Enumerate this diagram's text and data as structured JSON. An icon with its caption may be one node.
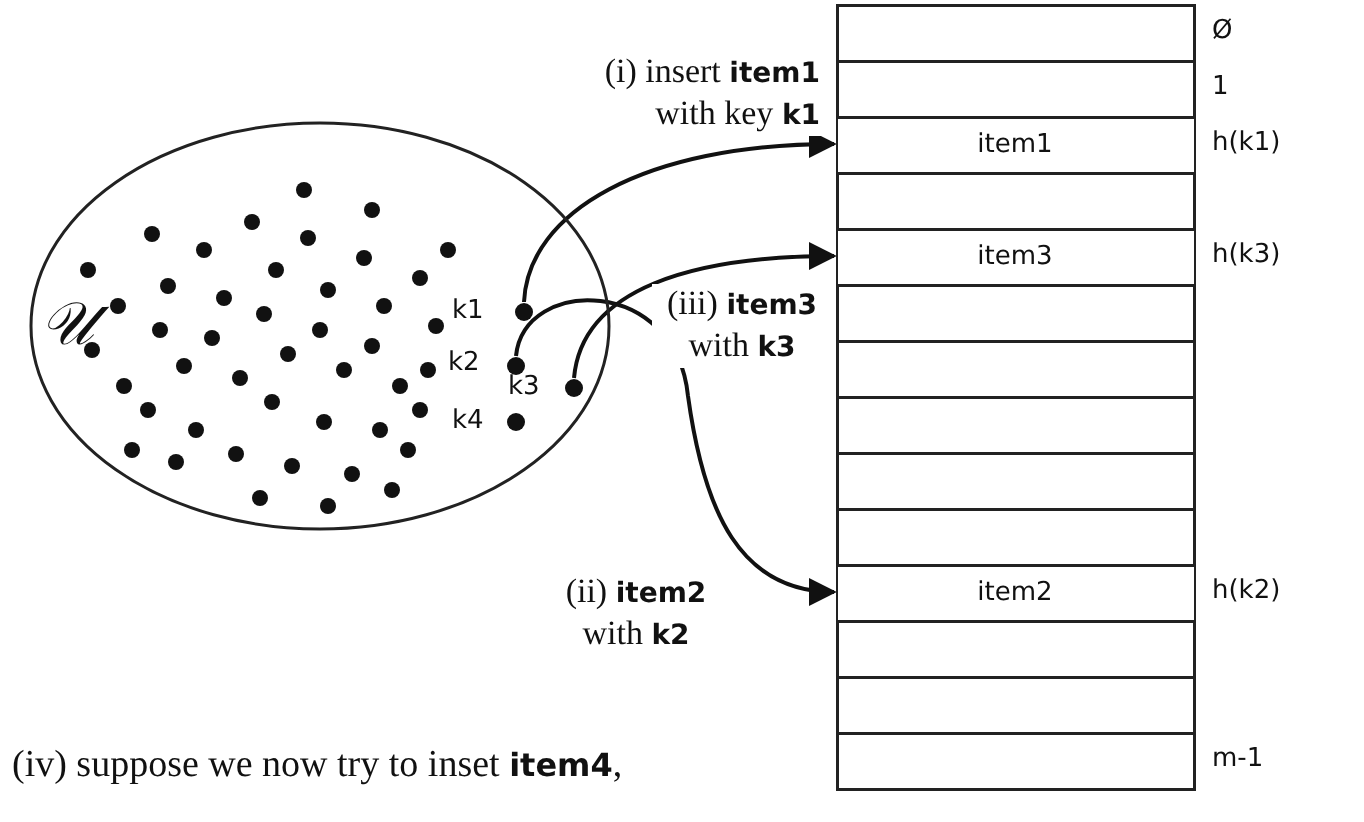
{
  "diagram": {
    "nodes": [
      {
        "text": [
          "𝒰"
        ]
      },
      {
        "text": [
          "k1"
        ],
        "in": 0
      },
      {
        "text": [
          "k2"
        ],
        "in": 0
      },
      {
        "text": [
          "k3"
        ],
        "in": 0
      },
      {
        "text": [
          "k4"
        ],
        "in": 0
      },
      {
        "text": [],
        "shape": "box"
      },
      {
        "text": [],
        "shape": "box",
        "in": 5,
        "beside": [
          "Ø"
        ]
      },
      {
        "text": [],
        "shape": "box",
        "in": 5,
        "beside": [
          "1"
        ]
      },
      {
        "text": [
          "item1"
        ],
        "in": 5,
        "beside": [
          "h(k1)"
        ]
      },
      {
        "text": [],
        "shape": "box",
        "in": 5
      },
      {
        "text": [
          "item3"
        ],
        "in": 5,
        "beside": [
          "h(k3)"
        ]
      },
      {
        "text": [],
        "shape": "box",
        "in": 5
      },
      {
        "text": [],
        "shape": "box",
        "in": 5
      },
      {
        "text": [],
        "shape": "box",
        "in": 5
      },
      {
        "text": [],
        "shape": "box",
        "in": 5
      },
      {
        "text": [],
        "shape": "box",
        "in": 5
      },
      {
        "text": [
          "item2"
        ],
        "in": 5,
        "beside": [
          "h(k2)"
        ]
      },
      {
        "text": [],
        "shape": "box",
        "in": 5
      },
      {
        "text": [],
        "shape": "box",
        "in": 5
      },
      {
        "text": [],
        "shape": "box",
        "in": 5,
        "beside": [
          "m-1"
        ]
      }
    ],
    "edges": [
      {
        "from": 1,
        "to": 8,
        "arrow": "to",
        "label": "(i) insert **item1** with key **k1**"
      },
      {
        "from": 3,
        "to": 10,
        "arrow": "to",
        "label": "(iii) **item3** with **k3**"
      },
      {
        "from": 2,
        "to": 16,
        "arrow": "to",
        "label": "(ii) **item2** with **k2**"
      }
    ],
    "labels": [
      "(iv) suppose we now try to inset **item4**,"
    ]
  }
}
